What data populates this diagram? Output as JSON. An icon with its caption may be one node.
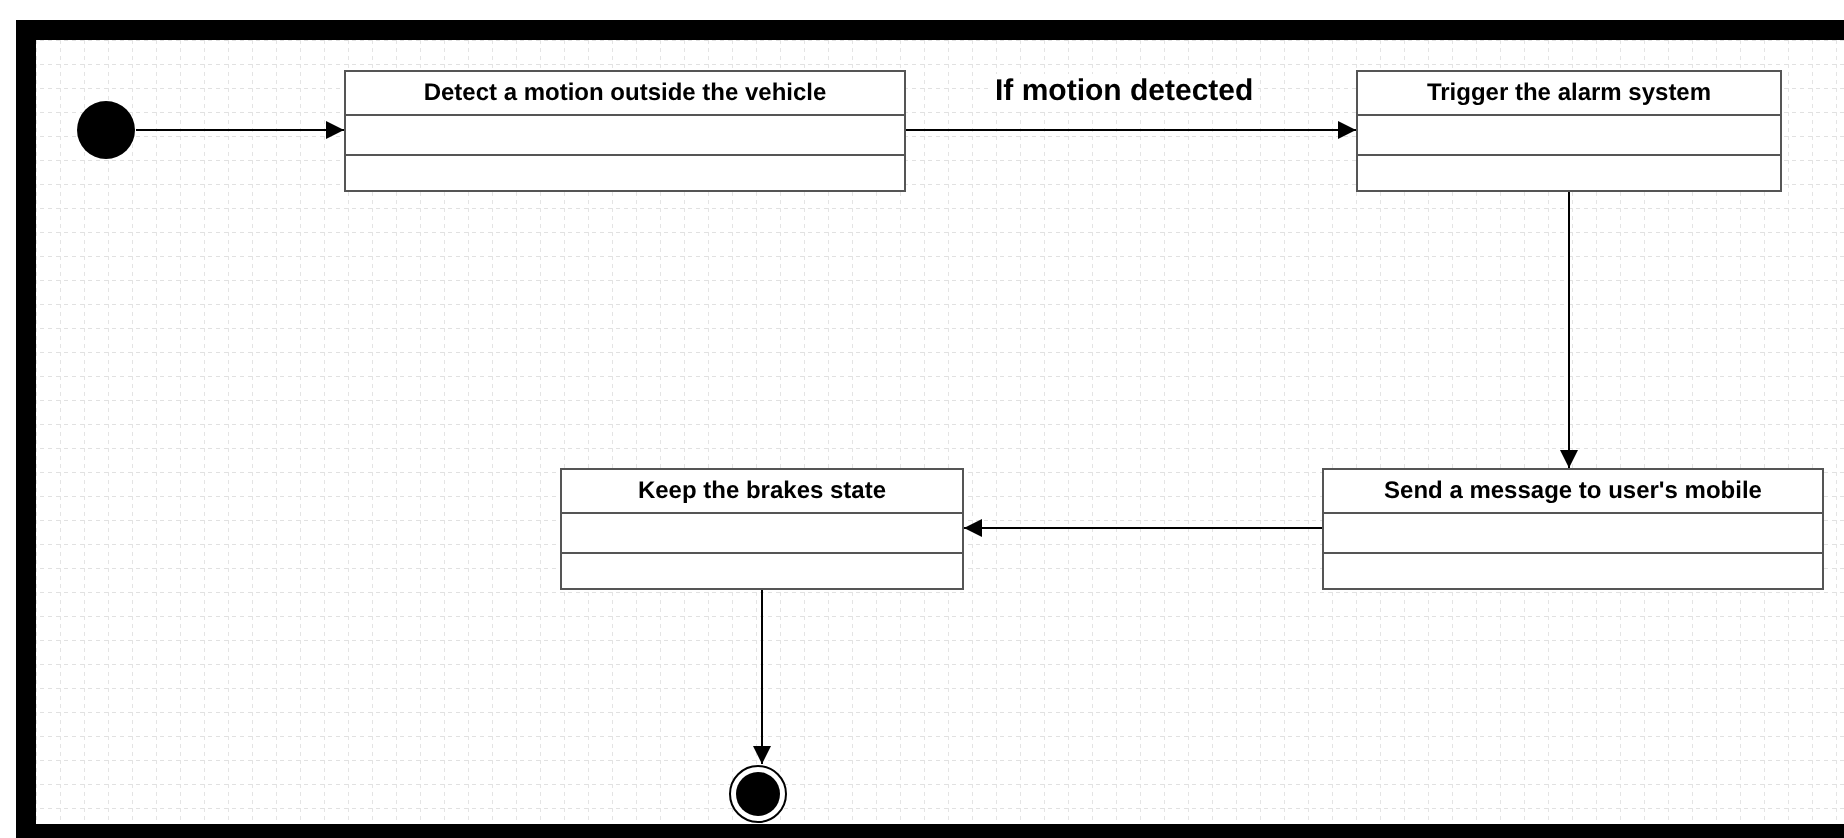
{
  "diagram": {
    "nodes": [
      {
        "text": [],
        "shape": "circle"
      },
      {
        "text": [
          "Detect a motion outside the vehicle"
        ]
      },
      {
        "text": [
          "Trigger the alarm system"
        ]
      },
      {
        "text": [
          "Send a message to user's mobile"
        ]
      },
      {
        "text": [
          "Keep the brakes state"
        ]
      },
      {
        "text": [],
        "shape": "circle"
      }
    ],
    "edges": [
      {
        "from": 0,
        "to": 1,
        "arrow": "to"
      },
      {
        "from": 1,
        "to": 2,
        "arrow": "to",
        "label": "If motion detected"
      },
      {
        "from": 2,
        "to": 3,
        "arrow": "to"
      },
      {
        "from": 3,
        "to": 4,
        "arrow": "to"
      },
      {
        "from": 4,
        "to": 5,
        "arrow": "to"
      }
    ]
  }
}
